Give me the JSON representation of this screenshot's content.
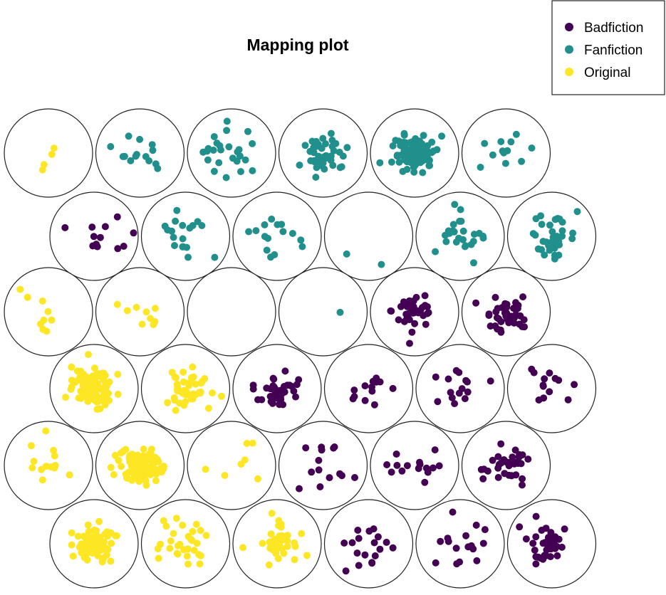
{
  "chart_data": {
    "type": "scatter",
    "subtype": "SOM hexagonal mapping plot",
    "title": "Mapping plot",
    "grid": {
      "rows": 6,
      "cols": 6,
      "topology": "hexagonal"
    },
    "legend": {
      "position": "top-right",
      "entries": [
        {
          "name": "Badfiction",
          "color": "#440154"
        },
        {
          "name": "Fanfiction",
          "color": "#21908C"
        },
        {
          "name": "Original",
          "color": "#FDE725"
        }
      ]
    },
    "nodes": [
      {
        "row": 1,
        "col": 1,
        "class": "Original",
        "count": 4
      },
      {
        "row": 1,
        "col": 2,
        "class": "Fanfiction",
        "count": 14
      },
      {
        "row": 1,
        "col": 3,
        "class": "Fanfiction",
        "count": 25
      },
      {
        "row": 1,
        "col": 4,
        "class": "Fanfiction",
        "count": 40
      },
      {
        "row": 1,
        "col": 5,
        "class": "Fanfiction",
        "count": 120
      },
      {
        "row": 1,
        "col": 6,
        "class": "Fanfiction",
        "count": 12
      },
      {
        "row": 2,
        "col": 1,
        "class": "Badfiction",
        "count": 12
      },
      {
        "row": 2,
        "col": 2,
        "class": "Fanfiction",
        "count": 18
      },
      {
        "row": 2,
        "col": 3,
        "class": "Fanfiction",
        "count": 15
      },
      {
        "row": 2,
        "col": 4,
        "class": "Fanfiction",
        "count": 2
      },
      {
        "row": 2,
        "col": 5,
        "class": "Fanfiction",
        "count": 25
      },
      {
        "row": 2,
        "col": 6,
        "class": "Fanfiction",
        "count": 35
      },
      {
        "row": 3,
        "col": 1,
        "class": "Original",
        "count": 9
      },
      {
        "row": 3,
        "col": 2,
        "class": "Original",
        "count": 9
      },
      {
        "row": 3,
        "col": 3,
        "class": "None",
        "count": 0
      },
      {
        "row": 3,
        "col": 4,
        "class": "Fanfiction",
        "count": 1
      },
      {
        "row": 3,
        "col": 5,
        "class": "Badfiction",
        "count": 40
      },
      {
        "row": 3,
        "col": 6,
        "class": "Badfiction",
        "count": 40
      },
      {
        "row": 4,
        "col": 1,
        "class": "Original",
        "count": 110
      },
      {
        "row": 4,
        "col": 2,
        "class": "Original",
        "count": 45
      },
      {
        "row": 4,
        "col": 3,
        "class": "Badfiction",
        "count": 40
      },
      {
        "row": 4,
        "col": 4,
        "class": "Badfiction",
        "count": 13
      },
      {
        "row": 4,
        "col": 5,
        "class": "Badfiction",
        "count": 15
      },
      {
        "row": 4,
        "col": 6,
        "class": "Badfiction",
        "count": 13
      },
      {
        "row": 5,
        "col": 1,
        "class": "Original",
        "count": 13
      },
      {
        "row": 5,
        "col": 2,
        "class": "Original",
        "count": 110
      },
      {
        "row": 5,
        "col": 3,
        "class": "Original",
        "count": 7
      },
      {
        "row": 5,
        "col": 4,
        "class": "Badfiction",
        "count": 14
      },
      {
        "row": 5,
        "col": 5,
        "class": "Badfiction",
        "count": 15
      },
      {
        "row": 5,
        "col": 6,
        "class": "Badfiction",
        "count": 35
      },
      {
        "row": 6,
        "col": 1,
        "class": "Original",
        "count": 80
      },
      {
        "row": 6,
        "col": 2,
        "class": "Original",
        "count": 30
      },
      {
        "row": 6,
        "col": 3,
        "class": "Original",
        "count": 40
      },
      {
        "row": 6,
        "col": 4,
        "class": "Badfiction",
        "count": 18
      },
      {
        "row": 6,
        "col": 5,
        "class": "Badfiction",
        "count": 16
      },
      {
        "row": 6,
        "col": 6,
        "class": "Badfiction",
        "count": 35
      }
    ]
  }
}
